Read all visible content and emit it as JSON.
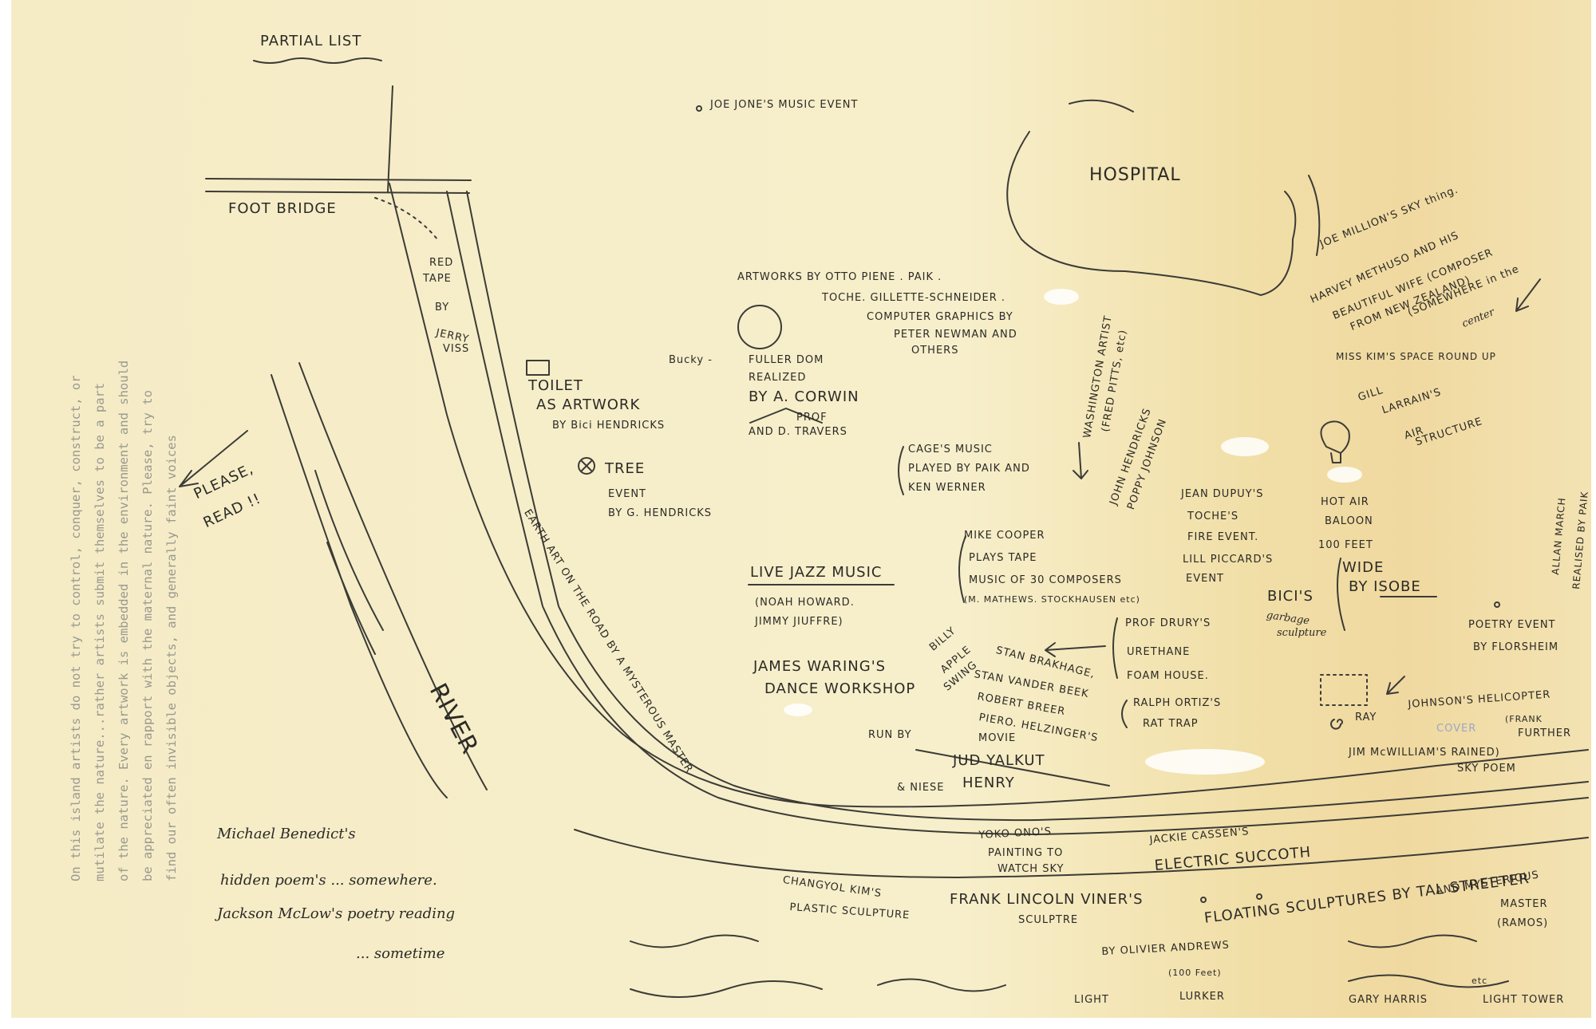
{
  "typed_text": [
    "On this island artists do not try to control, conquer, construct, or",
    "mutilate the nature...rather artists submit themselves to be a part",
    "of the nature. Every artwork is embedded in the environment and should",
    "be appreciated en rapport with the maternal nature. Please, try to",
    "find our often invisible objects, and generally faint voices"
  ],
  "header": {
    "partial_list": "PARTIAL LIST"
  },
  "labels": {
    "foot_bridge": "FOOT BRIDGE",
    "red_tape_1": "RED",
    "red_tape_2": "TAPE",
    "red_tape_3": "BY",
    "red_tape_4": "JERRY",
    "red_tape_5": "VISS",
    "please_read_1": "PLEASE,",
    "please_read_2": "READ !!",
    "river": "RIVER",
    "toilet_1": "TOILET",
    "toilet_2": "AS ARTWORK",
    "toilet_3": "BY Bici HENDRICKS",
    "tree_1": "TREE",
    "tree_2": "EVENT",
    "tree_3": "BY G. HENDRICKS",
    "joe_jones": "JOE JONE'S MUSIC EVENT",
    "artworks_1": "ARTWORKS BY  OTTO PIENE . PAIK .",
    "artworks_2": "TOCHE. GILLETTE-SCHNEIDER .",
    "artworks_3": "COMPUTER GRAPHICS BY",
    "artworks_4": "PETER NEWMAN AND",
    "artworks_5": "OTHERS",
    "bucky_1": "Bucky -",
    "bucky_2": "FULLER DOM",
    "bucky_3": "REALIZED",
    "bucky_4": "BY A. CORWIN",
    "bucky_5": "PROF",
    "bucky_6": "AND D. TRAVERS",
    "hospital": "HOSPITAL",
    "washington_1": "WASHINGTON ARTIST",
    "washington_2": "(FRED PITTS, etc)",
    "john_hendricks_1": "JOHN HENDRICKS",
    "john_hendricks_2": "POPPY JOHNSON",
    "cage_1": "CAGE'S MUSIC",
    "cage_2": "PLAYED BY PAIK AND",
    "cage_3": "KEN WERNER",
    "jean_1": "JEAN DUPUY'S",
    "jean_2": "TOCHE'S",
    "jean_3": "FIRE EVENT.",
    "jean_4": "LILL PICCARD'S",
    "jean_5": "EVENT",
    "mike_1": "MIKE COOPER",
    "mike_2": "PLAYS  TAPE",
    "mike_3": "MUSIC OF 30 COMPOSERS",
    "mike_4": "(M. MATHEWS. STOCKHAUSEN etc)",
    "live_jazz_1": "LIVE JAZZ MUSIC",
    "live_jazz_2": "(NOAH HOWARD.",
    "live_jazz_3": "JIMMY JIUFFRE)",
    "bici_garbage_1": "BICI'S",
    "bici_garbage_2": "garbage",
    "bici_garbage_3": "sculpture",
    "james_1": "JAMES WARING'S",
    "james_2": "DANCE WORKSHOP",
    "billy_apple_1": "BILLY",
    "billy_apple_2": "APPLE",
    "billy_apple_3": "SWING",
    "stan_1": "STAN BRAKHAGE,",
    "stan_2": "STAN VANDER BEEK",
    "stan_3": "ROBERT BREER",
    "stan_4": "PIERO. HELZINGER'S",
    "stan_5": "MOVIE",
    "drury_1": "PROF DRURY'S",
    "drury_2": "URETHANE",
    "drury_3": "FOAM HOUSE.",
    "ortiz_1": "RALPH ORTIZ'S",
    "ortiz_2": "RAT TRAP",
    "run_by": "RUN BY",
    "jud_yalkut": "JUD  YALKUT",
    "henry_1": "HENRY",
    "henry_2": "& NIESE",
    "earth_art": "EARTH ART ON THE ROAD BY A MYSTEROUS MASTER",
    "joe_million": "JOE MILLION'S SKY thing.",
    "harvey_1": "HARVEY METHUSO AND HIS",
    "harvey_2": "BEAUTIFUL WIFE (COMPOSER",
    "harvey_3": "FROM NEW ZEALAND)",
    "harvey_4": "(SOMEWHERE in the",
    "harvey_5": "center",
    "miss_kim": "MISS KIM'S SPACE ROUND UP",
    "gill_1": "GILL",
    "gill_2": "LARRAIN'S",
    "gill_3": "AIR",
    "gill_4": "STRUCTURE",
    "balloon_1": "HOT AIR",
    "balloon_2": "BALOON",
    "balloon_3": "100 FEET",
    "balloon_4": "WIDE",
    "balloon_5": "BY ISOBE",
    "allan_1": "ALLAN MARCH",
    "allan_2": "REALISED BY PAIK",
    "poetry_1": "POETRY EVENT",
    "poetry_2": "BY FLORSHEIM",
    "helicopter_1": "JOHNSON'S HELICOPTER",
    "helicopter_2": "(FRANK",
    "helicopter_3": "FURTHER",
    "helicopter_4": "COVER",
    "ray": "RAY",
    "jim_1": "JIM McWILLIAM'S RAINED)",
    "jim_2": "SKY POEM",
    "yoko_1": "YOKO ONO'S",
    "yoko_2": "PAINTING TO",
    "yoko_3": "WATCH SKY",
    "jackie_1": "JACKIE CASSEN'S",
    "jackie_2": "ELECTRIC  SUCCOTH",
    "changyol_1": "CHANGYOL KIM'S",
    "changyol_2": "PLASTIC SCULPTURE",
    "frank_1": "FRANK LINCOLN VINER'S",
    "frank_2": "SCULPTRE",
    "floating_1": "FLOATING SCULPTURES BY TAL STREETER",
    "floating_2": "AND MYSTERIOUS",
    "floating_3": "MASTER",
    "floating_4": "(RAMOS)",
    "olivier_1": "BY OLIVIER ANDREWS",
    "olivier_2": "(100 Feet)",
    "light": "LIGHT",
    "lurker": "LURKER",
    "gary_1": "GARY HARRIS",
    "gary_2": "LIGHT TOWER",
    "gary_3": "etc",
    "michael_1": "Michael Benedict's",
    "michael_2": "hidden poem's ... somewhere.",
    "jackson_1": "Jackson McLow's poetry reading",
    "jackson_2": "... sometime"
  },
  "colors": {
    "paper": "#f5ecc6",
    "stain": "#f0d9a0",
    "ink": "#3c3b36",
    "typewriter": "#9a9890"
  }
}
